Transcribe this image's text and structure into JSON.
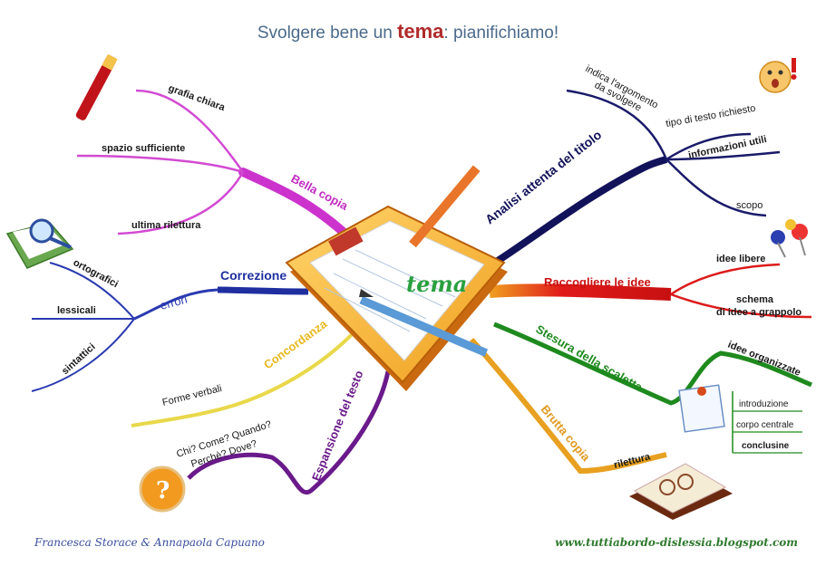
{
  "title": {
    "before": "Svolgere bene un ",
    "keyword": "tema",
    "after": ": pianifichiamo!"
  },
  "center": {
    "label": "tema"
  },
  "branches": {
    "bella_copia": {
      "label": "Bella copia",
      "color": "#cc33cc",
      "items": [
        "grafia chiara",
        "spazio sufficiente",
        "ultima rilettura"
      ]
    },
    "correzione": {
      "label": "Correzione",
      "color": "#1f2fa0",
      "sub_label": "errori",
      "items": [
        "ortografici",
        "lessicali",
        "sintattici"
      ]
    },
    "concordanza": {
      "label": "Concordanza",
      "color": "#e0d040",
      "items": [
        "Forme verbali"
      ]
    },
    "espansione": {
      "label": "Espansione del testo",
      "color": "#6a1a8a",
      "items": [
        "Chi? Come? Quando?",
        "Perchè? Dove?"
      ]
    },
    "analisi": {
      "label": "Analisi attenta del titolo",
      "color": "#12125a",
      "items": [
        "indica l'argomento",
        "da svolgere",
        "tipo di testo richiesto",
        "informazioni utili",
        "scopo"
      ]
    },
    "raccogliere": {
      "label": "Raccogliere le idee",
      "color": "#dd1a1a",
      "items": [
        "idee libere",
        "schema",
        "di idee a grappolo"
      ]
    },
    "stesura": {
      "label": "Stesura della scaletta",
      "color": "#1e8a1e",
      "items": [
        "idee organizzate"
      ],
      "outline": [
        "introduzione",
        "corpo centrale",
        "conclusine"
      ]
    },
    "brutta_copia": {
      "label": "Brutta copia",
      "color": "#e09a20",
      "items": [
        "rilettura"
      ]
    }
  },
  "icons": [
    "pen-icon",
    "magnifier-book-icon",
    "surprised-face-icon",
    "pushpins-icon",
    "calendar-icon",
    "question-mark-icon",
    "open-book-glasses-icon",
    "clipboard-icon",
    "pencil-icon"
  ],
  "footer": {
    "authors": "Francesca Storace & Annapaola Capuano",
    "site": "www.tuttiabordo-dislessia.blogspot.com"
  }
}
